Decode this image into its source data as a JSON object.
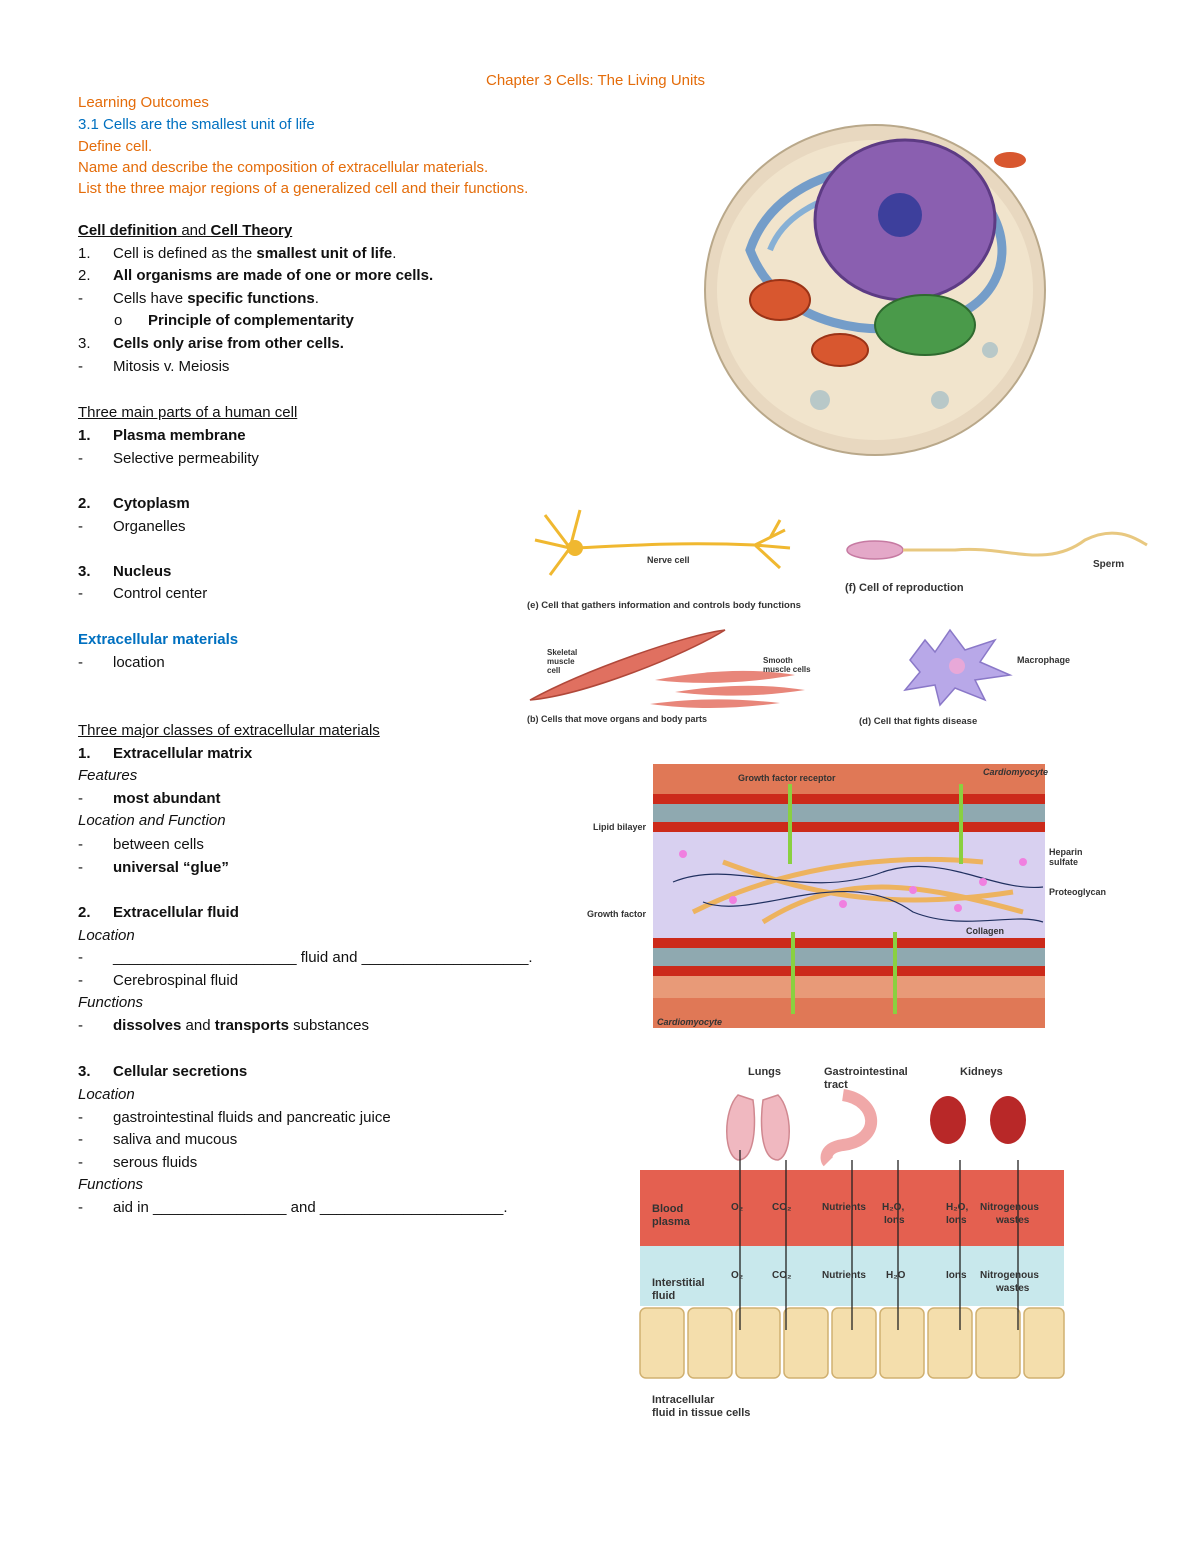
{
  "title": "Chapter 3 Cells: The Living Units",
  "outcomes": {
    "heading": "Learning Outcomes",
    "section": "3.1 Cells are the smallest unit of life",
    "items": [
      "Define cell.",
      "Name and describe the composition of extracellular materials.",
      "List the three major regions of a generalized cell and their functions."
    ]
  },
  "cell_theory": {
    "heading_a": "Cell definition",
    "heading_mid": " and ",
    "heading_b": "Cell Theory",
    "i1_marker": "1.",
    "i1_a": "Cell is defined as the ",
    "i1_b": "smallest unit of life",
    "i1_c": ".",
    "i2_marker": "2.",
    "i2": "All organisms are made of one or more cells.",
    "d1_marker": "-",
    "d1_a": "Cells have ",
    "d1_b": "specific functions",
    "d1_c": ".",
    "sub_marker": "o",
    "sub": "Principle of complementarity",
    "i3_marker": "3.",
    "i3": "Cells only arise from other cells.",
    "d2_marker": "-",
    "d2": "Mitosis v. Meiosis"
  },
  "parts": {
    "heading": "Three main parts of a human cell",
    "p1_marker": "1.",
    "p1": "Plasma membrane",
    "p1_d_marker": "-",
    "p1_d": "Selective permeability",
    "p2_marker": "2.",
    "p2": "Cytoplasm",
    "p2_d_marker": "-",
    "p2_d": "Organelles",
    "p3_marker": "3.",
    "p3": "Nucleus",
    "p3_d_marker": "-",
    "p3_d": "Control center"
  },
  "extracellular": {
    "heading": "Extracellular materials",
    "d_marker": "-",
    "d": "location"
  },
  "classes": {
    "heading": "Three major classes of extracellular materials",
    "c1_marker": "1.",
    "c1": "Extracellular matrix",
    "features": "Features",
    "f1_marker": "-",
    "f1": "most abundant",
    "loc_func": "Location and Function",
    "lf1_marker": "-",
    "lf1": "between cells",
    "lf2_marker": "-",
    "lf2": "universal “glue”",
    "c2_marker": "2.",
    "c2": "Extracellular fluid",
    "location": "Location",
    "l1_marker": "-",
    "l1": "______________________ fluid and ____________________.",
    "l2_marker": "-",
    "l2": "Cerebrospinal fluid",
    "functions": "Functions",
    "fn1_marker": "-",
    "fn1_a": "dissolves",
    "fn1_b": " and ",
    "fn1_c": "transports",
    "fn1_d": " substances",
    "c3_marker": "3.",
    "c3": "Cellular secretions",
    "location3": "Location",
    "s1_marker": "-",
    "s1": "gastrointestinal fluids and pancreatic juice",
    "s2_marker": "-",
    "s2": "saliva and mucous",
    "s3_marker": "-",
    "s3": "serous fluids",
    "functions3": "Functions",
    "s4_marker": "-",
    "s4": "aid in ________________ and ______________________."
  },
  "cell_types": {
    "nerve": "Nerve cell",
    "caption_e": "(e) Cell that gathers information and controls body functions",
    "sperm": "Sperm",
    "caption_f": "(f) Cell of reproduction",
    "skeletal_1": "Skeletal",
    "skeletal_2": "muscle",
    "skeletal_3": "cell",
    "smooth_1": "Smooth",
    "smooth_2": "muscle cells",
    "caption_b": "(b) Cells that move organs and body parts",
    "macrophage": "Macrophage",
    "caption_d": "(d) Cell that fights disease"
  },
  "ecm": {
    "receptor": "Growth factor receptor",
    "cardio_top": "Cardiomyocyte",
    "lipid": "Lipid bilayer",
    "heparin_1": "Heparin",
    "heparin_2": "sulfate",
    "proteoglycan": "Proteoglycan",
    "growth_factor": "Growth factor",
    "collagen": "Collagen",
    "cardio_bottom": "Cardiomyocyte"
  },
  "fluids": {
    "lungs": "Lungs",
    "gi_1": "Gastrointestinal",
    "gi_2": "tract",
    "kidneys": "Kidneys",
    "blood_1": "Blood",
    "blood_2": "plasma",
    "interstitial_1": "Interstitial",
    "interstitial_2": "fluid",
    "o2": "O₂",
    "co2": "CO₂",
    "nutrients": "Nutrients",
    "h2o_ions_1": "H₂O,",
    "h2o_ions_2": "Ions",
    "h2o": "H₂O",
    "ions": "Ions",
    "nitro_1": "Nitrogenous",
    "nitro_2": "wastes",
    "intra_1": "Intracellular",
    "intra_2": "fluid in tissue cells"
  }
}
